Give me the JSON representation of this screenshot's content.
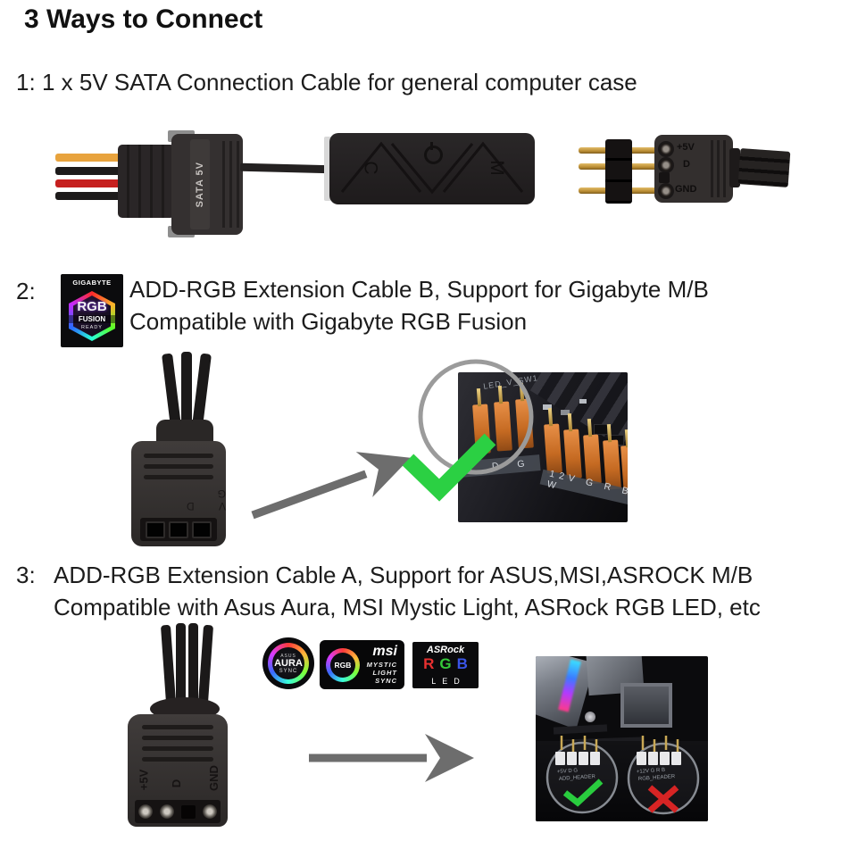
{
  "title": "3 Ways to Connect",
  "colors": {
    "arrow_gray": "#6d6d6d",
    "check_green": "#2bd043",
    "cross_red": "#d62424",
    "header_orange": "#d4742a",
    "pin_gold": "#c9a855"
  },
  "item1": {
    "number": "1:",
    "text": "1 x 5V SATA Connection Cable for general computer case",
    "sata_label": "SATA 5V",
    "controller": {
      "c": "C",
      "m": "M"
    },
    "plug": {
      "v": "+5V",
      "d": "D",
      "g": "GND"
    }
  },
  "item2": {
    "number": "2:",
    "line1": "ADD-RGB Extension Cable B, Support for Gigabyte M/B",
    "line2": "Compatible with Gigabyte RGB Fusion",
    "logo": {
      "brand": "GIGABYTE",
      "rgb": "RGB",
      "fusion": "FUSION",
      "ready": "READY"
    },
    "connector_emboss": "V D G",
    "board": {
      "silkscreen": "LED_V_SW1",
      "header3": "V D G",
      "header5": "12V G R B W"
    }
  },
  "item3": {
    "number": "3:",
    "line1": "ADD-RGB Extension Cable A, Support for ASUS,MSI,ASROCK M/B",
    "line2": "Compatible with Asus Aura, MSI Mystic Light, ASRock RGB LED, etc",
    "logos": {
      "asus": {
        "brand": "ASUS",
        "line1": "AURA",
        "line2": "SYNC"
      },
      "msi": {
        "rgb": "RGB",
        "brand": "msi",
        "line1": "MYSTIC",
        "line2": "LIGHT",
        "line3": "SYNC"
      },
      "asrock": {
        "brand": "ASRock",
        "r": "R",
        "g": "G",
        "b": "B",
        "led": "LED"
      }
    },
    "plug": {
      "v": "+5V",
      "d": "D",
      "g": "GND"
    },
    "board": {
      "good_pins": "+5V D G",
      "good_label": "ADD_HEADER",
      "bad_pins": "+12V G R B",
      "bad_label": "RGB_HEADER"
    }
  }
}
